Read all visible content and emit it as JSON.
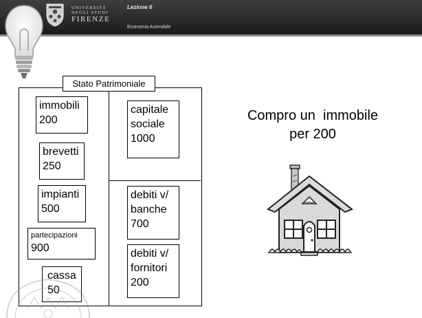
{
  "header": {
    "university_line1": "UNIVERSITÀ",
    "university_line2": "DEGLI STUDI",
    "university_line3": "FIRENZE",
    "lesson": "Lezione 6",
    "course": "Economia Aziendale"
  },
  "stato_patrimoniale": {
    "title": "Stato Patrimoniale",
    "assets": [
      {
        "name": "immobili",
        "value": "200"
      },
      {
        "name": "brevetti",
        "value": "250"
      },
      {
        "name": "impianti",
        "value": "500"
      },
      {
        "name": "partecipazioni",
        "value": "900"
      },
      {
        "name": "cassa",
        "value": "50"
      }
    ],
    "equity": [
      {
        "line1": "capitale",
        "line2": "sociale",
        "value": "1000"
      }
    ],
    "liabilities": [
      {
        "line1": "debiti v/",
        "line2": "banche",
        "value": "700"
      },
      {
        "line1": "debiti v/",
        "line2": "fornitori",
        "value": "200"
      }
    ]
  },
  "headline": {
    "line1": "Compro un  immobile",
    "line2": "per 200"
  },
  "icons": [
    "light-bulb-icon",
    "university-seal-icon",
    "house-icon",
    "watermark-seal-icon"
  ]
}
